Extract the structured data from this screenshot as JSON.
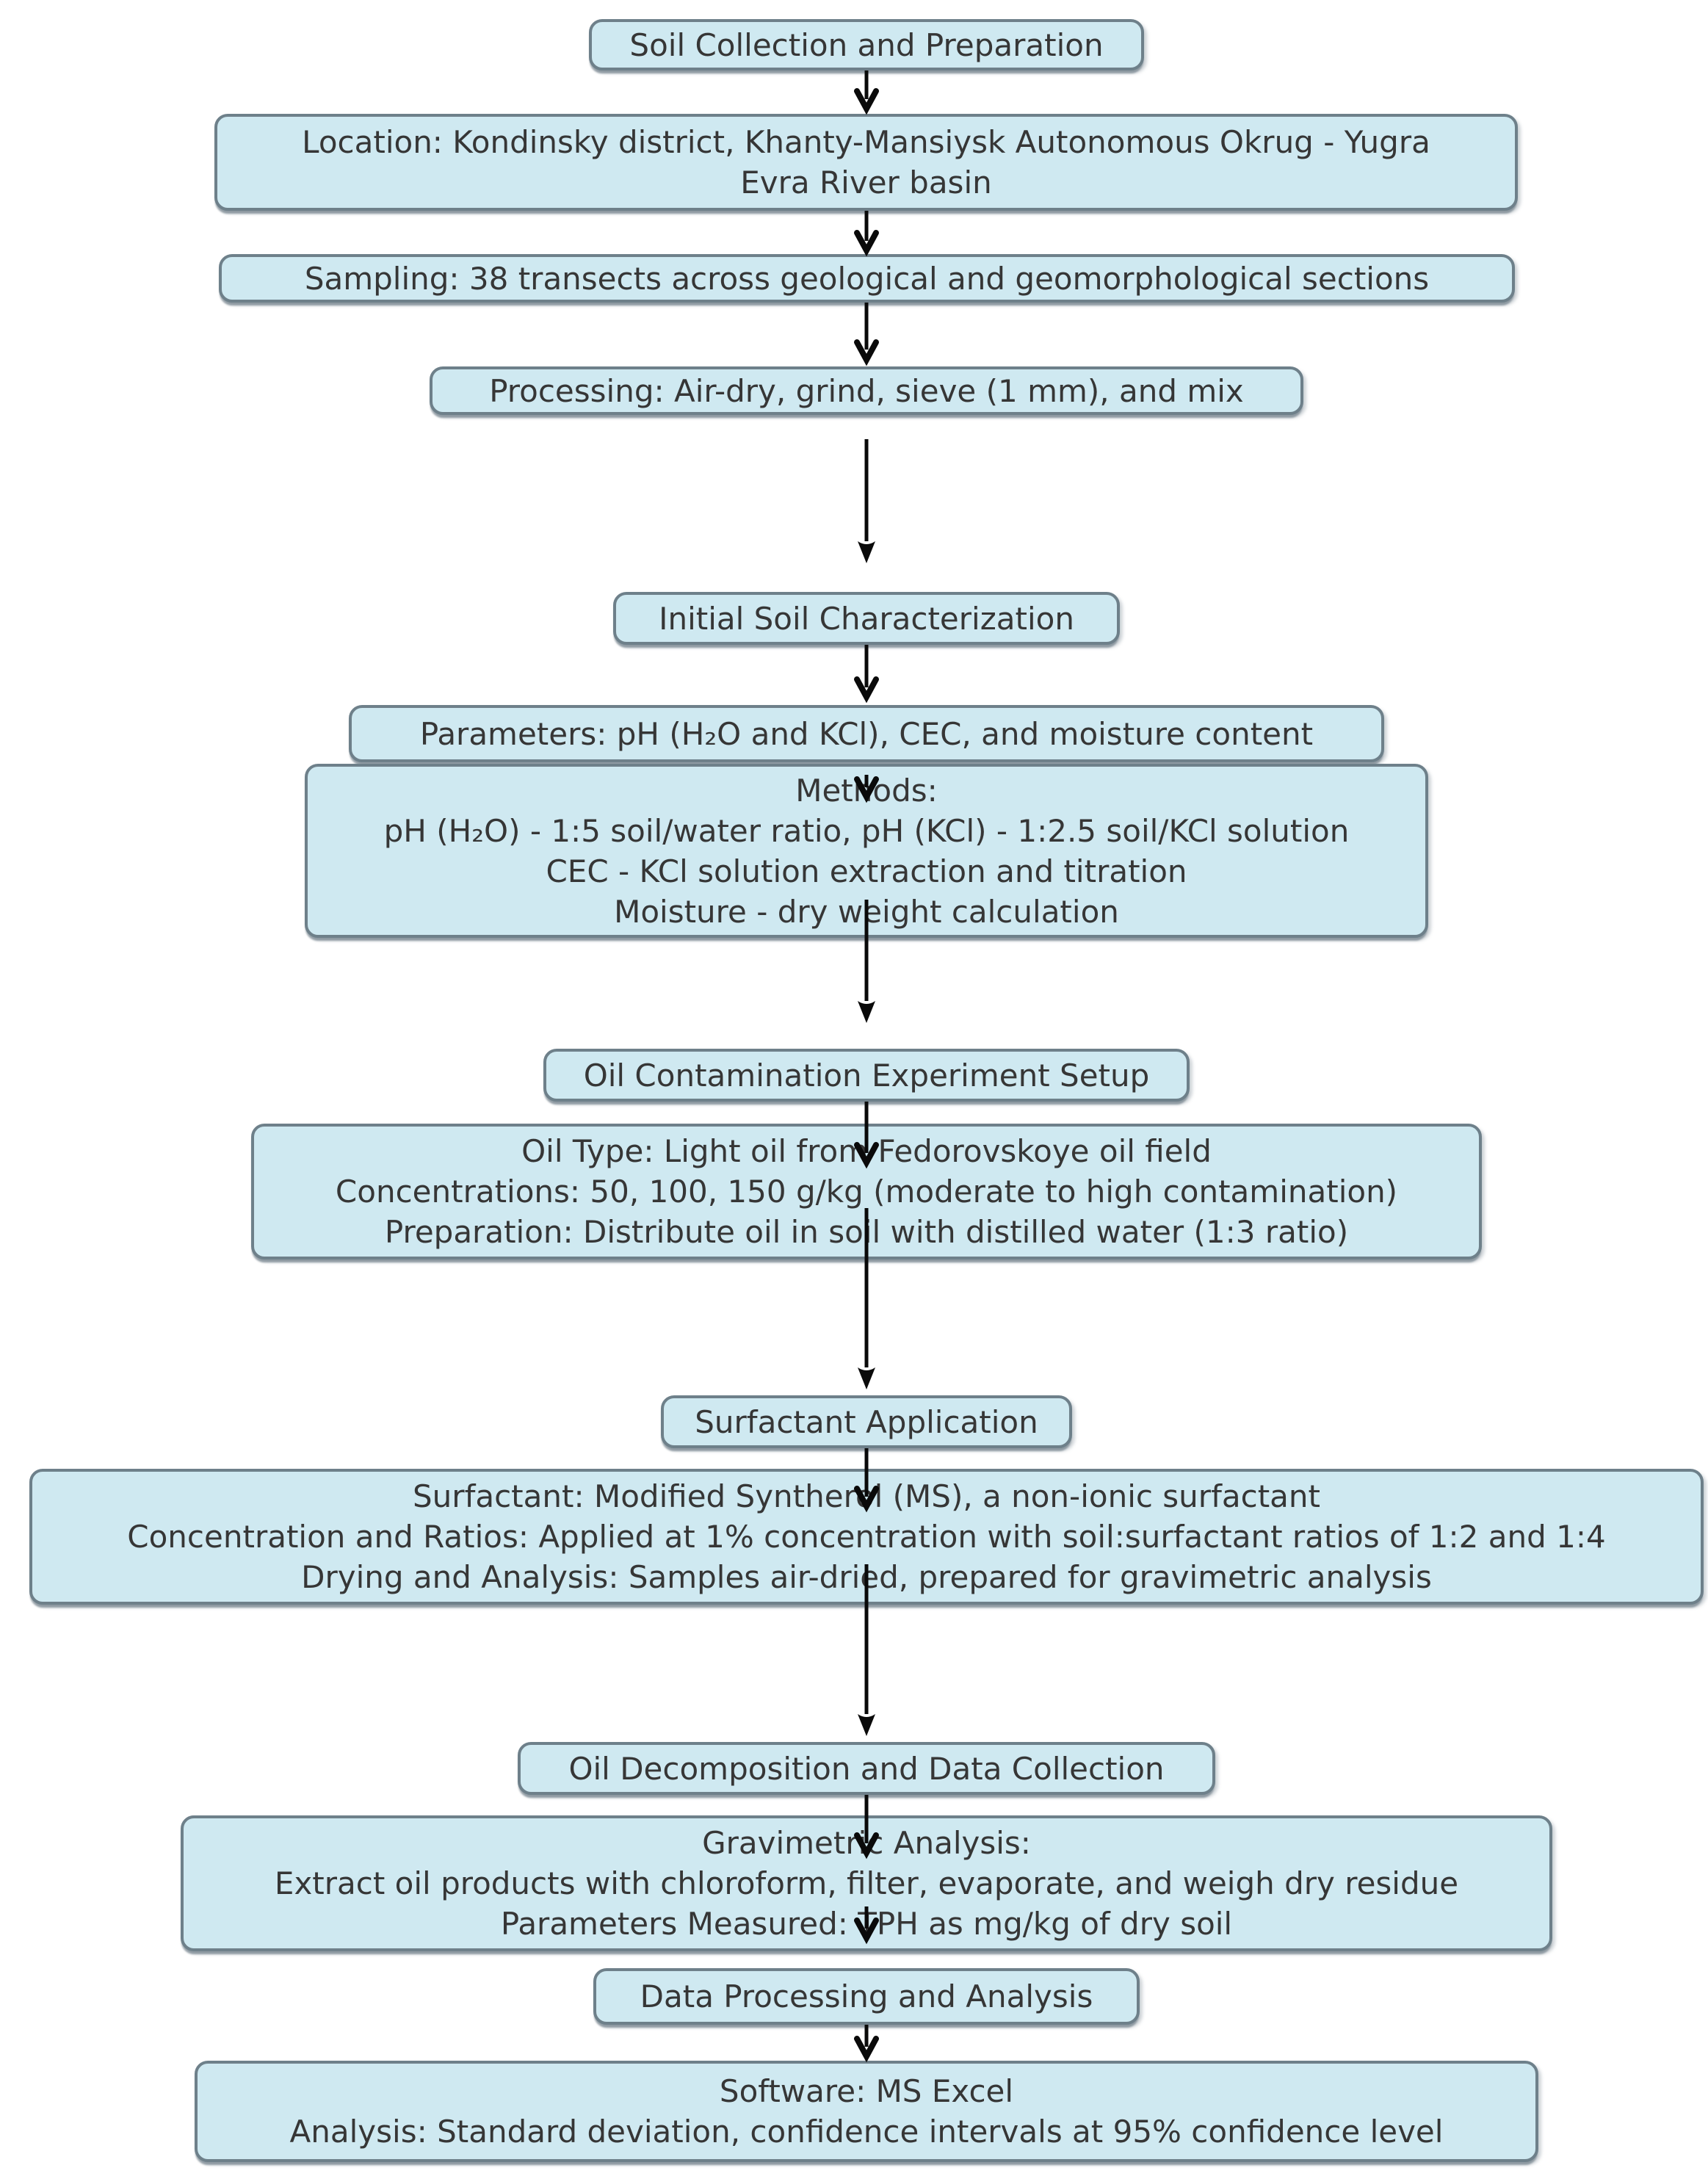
{
  "diagram": {
    "title_semantic": "Soil oil-contamination surfactant experiment workflow flowchart",
    "colors": {
      "background": "#ffffff",
      "box_fill": "#cfe9f1",
      "box_border": "#6e808a",
      "text": "#363636",
      "arrow": "#0a0a0a"
    },
    "nodes": [
      {
        "id": "soil-collection-header",
        "role": "section-header",
        "lines": [
          "Soil Collection and Preparation"
        ]
      },
      {
        "id": "location",
        "role": "step",
        "lines": [
          "Location: Kondinsky district, Khanty-Mansiysk Autonomous Okrug - Yugra",
          "Evra River basin"
        ]
      },
      {
        "id": "sampling",
        "role": "step",
        "lines": [
          "Sampling: 38 transects across geological and geomorphological sections"
        ]
      },
      {
        "id": "processing",
        "role": "step",
        "lines": [
          "Processing: Air-dry, grind, sieve (1 mm), and mix"
        ]
      },
      {
        "id": "initial-soil-characterization-header",
        "role": "section-header",
        "lines": [
          "Initial Soil Characterization"
        ]
      },
      {
        "id": "parameters",
        "role": "step",
        "lines": [
          "Parameters: pH (H₂O and KCl), CEC, and moisture content"
        ]
      },
      {
        "id": "methods",
        "role": "step",
        "lines": [
          "Methods:",
          "pH (H₂O) - 1:5 soil/water ratio, pH (KCl) - 1:2.5 soil/KCl solution",
          "CEC - KCl solution extraction and titration",
          "Moisture - dry weight calculation"
        ]
      },
      {
        "id": "oil-contamination-setup-header",
        "role": "section-header",
        "lines": [
          "Oil Contamination Experiment Setup"
        ]
      },
      {
        "id": "oil-contamination-details",
        "role": "step",
        "lines": [
          "Oil Type: Light oil from Fedorovskoye oil field",
          "Concentrations: 50, 100, 150 g/kg (moderate to high contamination)",
          "Preparation: Distribute oil in soil with distilled water (1:3 ratio)"
        ]
      },
      {
        "id": "surfactant-application-header",
        "role": "section-header",
        "lines": [
          "Surfactant Application"
        ]
      },
      {
        "id": "surfactant-details",
        "role": "step",
        "lines": [
          "Surfactant: Modified Syntherol (MS), a non-ionic surfactant",
          "Concentration and Ratios: Applied at 1% concentration with soil:surfactant ratios of 1:2 and 1:4",
          "Drying and Analysis: Samples air-dried, prepared for gravimetric analysis"
        ]
      },
      {
        "id": "oil-decomposition-header",
        "role": "section-header",
        "lines": [
          "Oil Decomposition and Data Collection"
        ]
      },
      {
        "id": "gravimetric-details",
        "role": "step",
        "lines": [
          "Gravimetric Analysis:",
          "Extract oil products with chloroform, filter, evaporate, and weigh dry residue",
          "Parameters Measured: TPH as mg/kg of dry soil"
        ]
      },
      {
        "id": "data-processing-header",
        "role": "section-header",
        "lines": [
          "Data Processing and Analysis"
        ]
      },
      {
        "id": "software-details",
        "role": "step",
        "lines": [
          "Software: MS Excel",
          "Analysis: Standard deviation, confidence intervals at 95% confidence level"
        ]
      }
    ],
    "edges": [
      {
        "from": "soil-collection-header",
        "to": "location"
      },
      {
        "from": "location",
        "to": "sampling"
      },
      {
        "from": "sampling",
        "to": "processing"
      },
      {
        "from": "processing",
        "to": "initial-soil-characterization-header"
      },
      {
        "from": "initial-soil-characterization-header",
        "to": "parameters"
      },
      {
        "from": "parameters",
        "to": "methods"
      },
      {
        "from": "methods",
        "to": "oil-contamination-setup-header"
      },
      {
        "from": "oil-contamination-setup-header",
        "to": "oil-contamination-details"
      },
      {
        "from": "oil-contamination-details",
        "to": "surfactant-application-header"
      },
      {
        "from": "surfactant-application-header",
        "to": "surfactant-details"
      },
      {
        "from": "surfactant-details",
        "to": "oil-decomposition-header"
      },
      {
        "from": "oil-decomposition-header",
        "to": "gravimetric-details"
      },
      {
        "from": "gravimetric-details",
        "to": "data-processing-header"
      },
      {
        "from": "data-processing-header",
        "to": "software-details"
      }
    ]
  }
}
